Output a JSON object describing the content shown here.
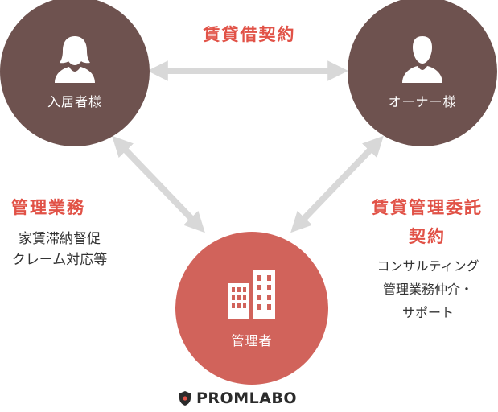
{
  "nodes": {
    "tenant": {
      "label": "入居者様",
      "icon": "female-person-icon"
    },
    "owner": {
      "label": "オーナー様",
      "icon": "male-person-icon"
    },
    "manager": {
      "label": "管理者",
      "icon": "building-icon"
    }
  },
  "edges": {
    "tenant_owner": {
      "title": "賃貸借契約"
    },
    "tenant_manager": {
      "title": "管理業務",
      "lines": [
        "家賃滞納督促",
        "クレーム対応等"
      ]
    },
    "owner_manager": {
      "title_lines": [
        "賃貸管理委託",
        "契約"
      ],
      "lines": [
        "コンサルティング",
        "管理業務仲介・",
        "サポート"
      ]
    }
  },
  "brand": {
    "name": "PROMLABO",
    "icon": "shield-logo-icon"
  },
  "colors": {
    "party_circle": "#6e524f",
    "manager_circle": "#d1635b",
    "accent_text": "#e15247",
    "arrow": "#d8d8d8"
  }
}
